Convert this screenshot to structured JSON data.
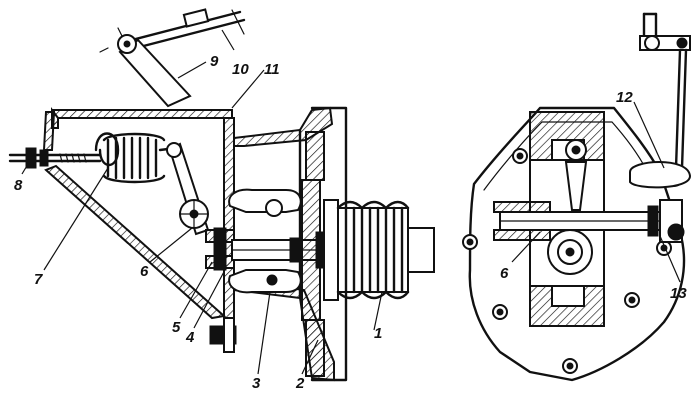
{
  "figure": {
    "left_view_callouts": [
      {
        "id": "1",
        "text": "1"
      },
      {
        "id": "2",
        "text": "2"
      },
      {
        "id": "3",
        "text": "3"
      },
      {
        "id": "4",
        "text": "4"
      },
      {
        "id": "5",
        "text": "5"
      },
      {
        "id": "6",
        "text": "6"
      },
      {
        "id": "7",
        "text": "7"
      },
      {
        "id": "8",
        "text": "8"
      },
      {
        "id": "9",
        "text": "9"
      },
      {
        "id": "10",
        "text": "10"
      },
      {
        "id": "11",
        "text": "11"
      }
    ],
    "right_view_callouts": [
      {
        "id": "6b",
        "text": "6"
      },
      {
        "id": "12",
        "text": "12"
      },
      {
        "id": "13",
        "text": "13"
      }
    ]
  },
  "colors": {
    "ink": "#111111",
    "paper": "#ffffff"
  }
}
